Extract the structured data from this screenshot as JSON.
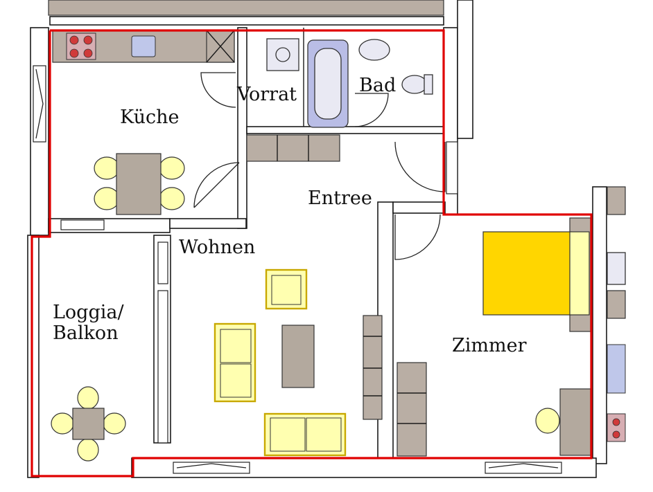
{
  "rooms": {
    "kueche": "Küche",
    "vorrat": "Vorrat",
    "bad": "Bad",
    "entree": "Entree",
    "wohnen": "Wohnen",
    "loggia_line1": "Loggia/",
    "loggia_line2": "Balkon",
    "zimmer": "Zimmer"
  },
  "colors": {
    "outline": "#e00000",
    "furniture_yellow": "#ffffb0",
    "bed_yellow": "#ffd600",
    "cabinet_grey": "#b9aea4",
    "bath_blue": "#b9bde6"
  }
}
